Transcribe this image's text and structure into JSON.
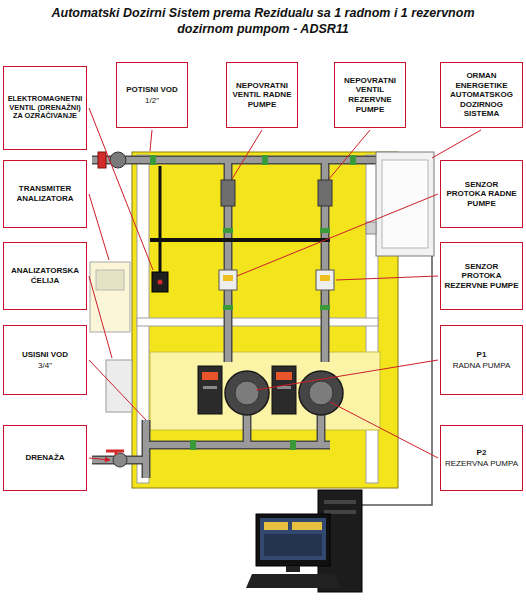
{
  "diagram": {
    "title": "Automatski Dozirni Sistem prema Rezidualu sa 1 radnom i 1 rezervnom dozirnom pumpom - ADSR11",
    "nodes": [
      {
        "text": [
          "ELEKTROMAGNETNI VENTIL (DRENAŽNI) ZA OZRAČIVANJE"
        ]
      },
      {
        "text": [
          "POTISNI VOD",
          "1/2\""
        ]
      },
      {
        "text": [
          "NEPOVRATNI VENTIL RADNE PUMPE"
        ]
      },
      {
        "text": [
          "NEPOVRATNI VENTIL REZERVNE PUMPE"
        ]
      },
      {
        "text": [
          "ORMAN ENERGETIKE AUTOMATSKOG DOZIRNOG SISTEMA"
        ]
      },
      {
        "text": [
          "TRANSMITER ANALIZATORA"
        ]
      },
      {
        "text": [
          "SENZOR PROTOKA RADNE PUMPE"
        ]
      },
      {
        "text": [
          "ANALIZATORSKA ĆELIJA"
        ]
      },
      {
        "text": [
          "SENZOR PROTOKA REZERVNE PUMPE"
        ]
      },
      {
        "text": [
          "USISNI VOD",
          "3/4\""
        ]
      },
      {
        "text": [
          "P1",
          "RADNA PUMPA"
        ]
      },
      {
        "text": [
          "DRENAŽA"
        ]
      },
      {
        "text": [
          "P2",
          "REZERVNA PUMPA"
        ]
      }
    ]
  }
}
